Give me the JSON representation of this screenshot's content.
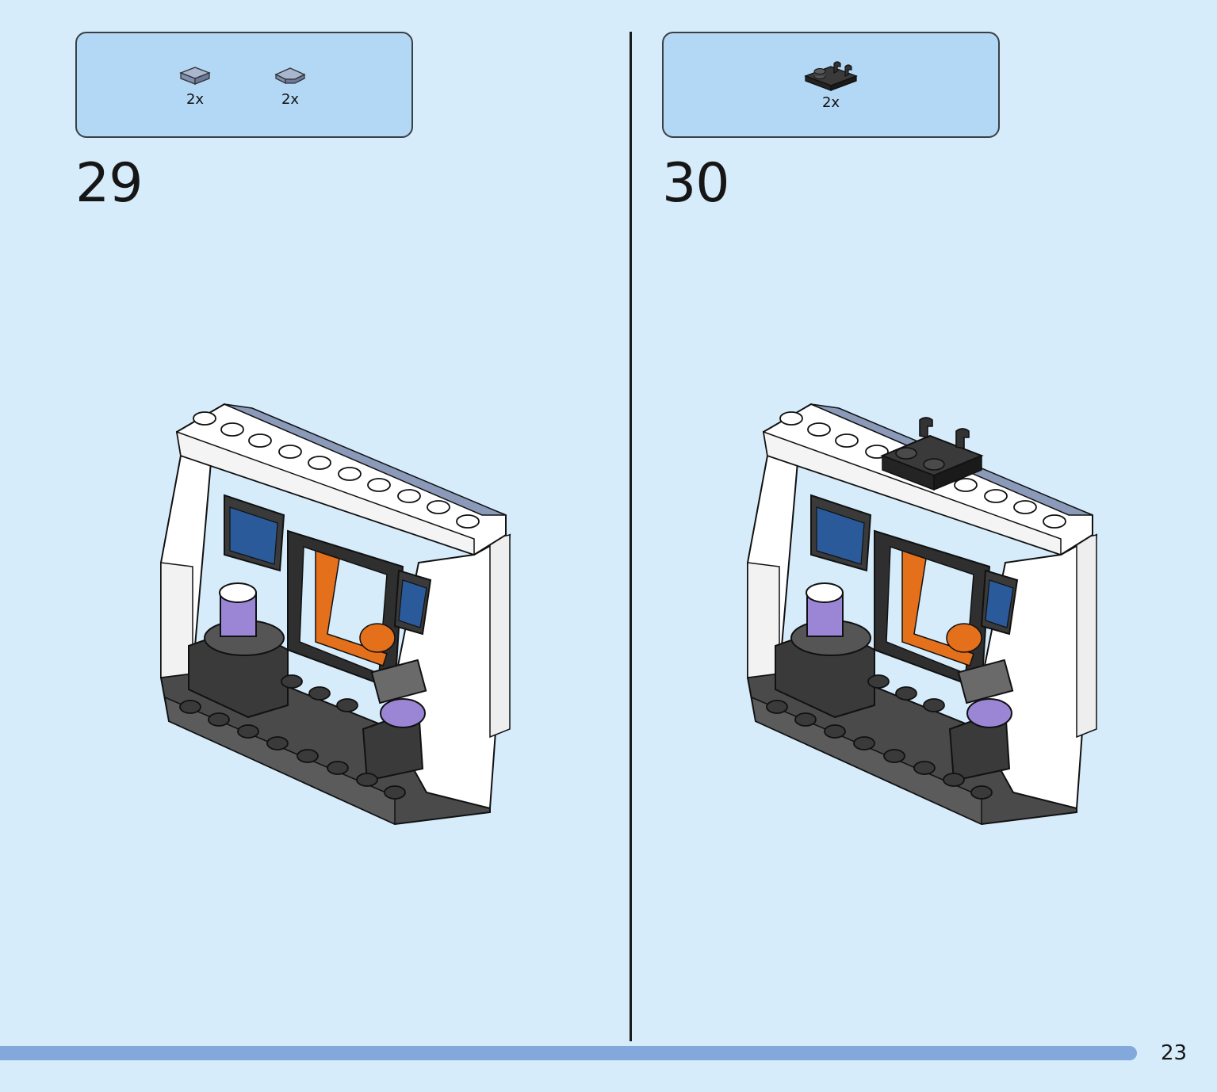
{
  "steps": [
    {
      "number": "29",
      "parts": [
        {
          "qty": "2x",
          "icon": "sand-blue-tile-icon",
          "color": "#8a9ab8"
        },
        {
          "qty": "2x",
          "icon": "sand-blue-wedge-tile-icon",
          "color": "#8a9ab8"
        }
      ]
    },
    {
      "number": "30",
      "parts": [
        {
          "qty": "2x",
          "icon": "black-plate-with-clips-icon",
          "color": "#2b2b2b"
        }
      ]
    }
  ],
  "page": {
    "number": "23"
  },
  "colors": {
    "background": "#d6ecfb",
    "parts_box": "#b3d8f5",
    "progress": "#82a8dc",
    "white_brick": "#ffffff",
    "dark_gray": "#4a4a4a",
    "black": "#2a2a2a",
    "orange": "#e4701c",
    "sand_blue": "#8a9ab8",
    "screen_blue": "#2a5a9a",
    "lavender": "#9b86d6"
  }
}
